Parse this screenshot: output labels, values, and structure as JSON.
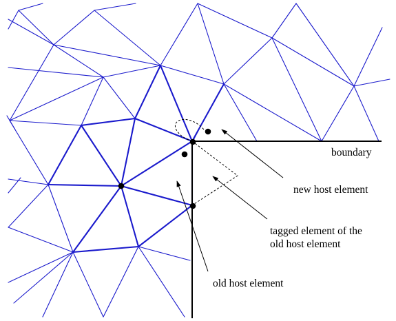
{
  "labels": {
    "boundary": "boundary",
    "new_host": "new host element",
    "tagged_line1": "tagged element of the",
    "tagged_line2": "old host element",
    "old_host": "old host element"
  },
  "colors": {
    "mesh": "#1a1acc",
    "boundary": "#000000",
    "annotation": "#000000"
  }
}
